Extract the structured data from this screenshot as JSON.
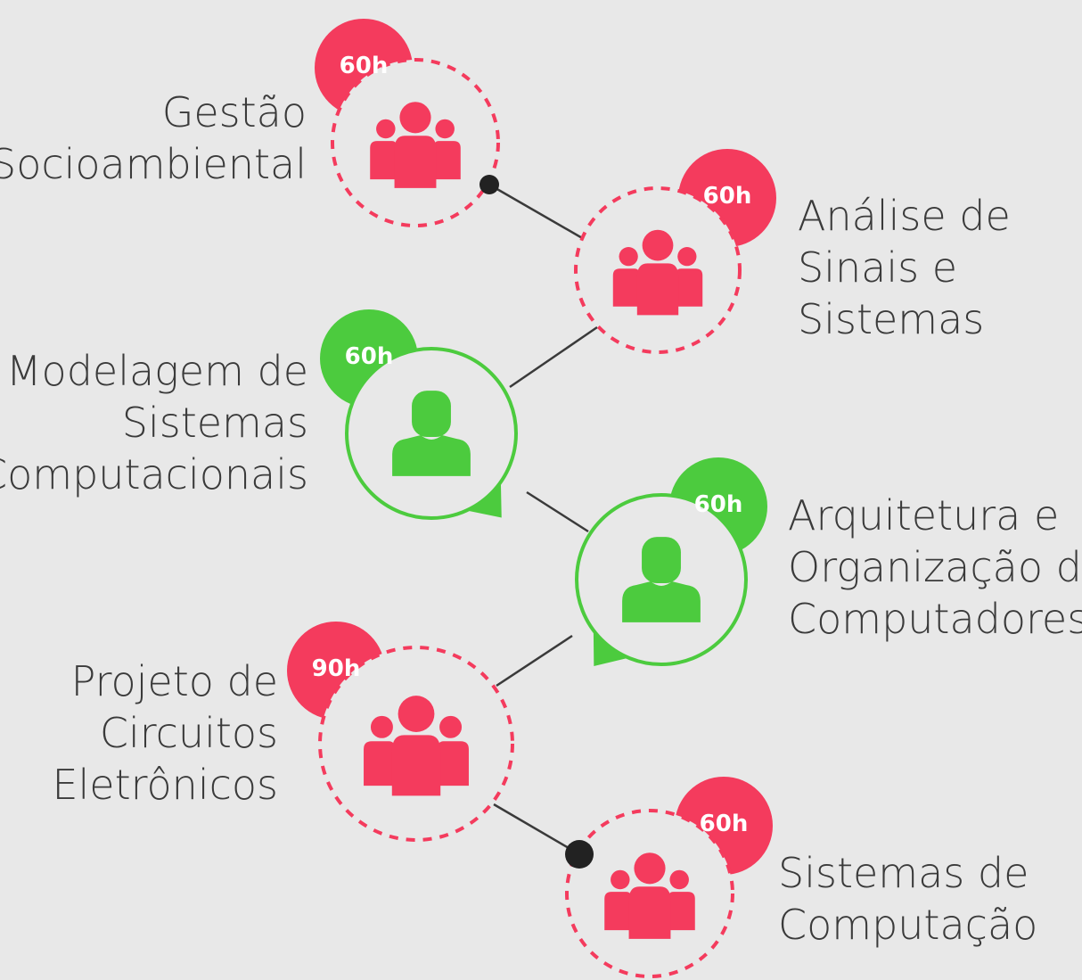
{
  "colors": {
    "red": "#f43b5d",
    "green": "#4ccb3e",
    "line": "#3a3a3a",
    "background": "#e8e8e8"
  },
  "nodes": [
    {
      "id": "gestao",
      "hours": "60h",
      "color": "red",
      "icon": "group-icon",
      "style": "dashed",
      "title_lines": [
        "Gestão",
        "Socioambiental"
      ]
    },
    {
      "id": "analise",
      "hours": "60h",
      "color": "red",
      "icon": "group-icon",
      "style": "dashed",
      "title_lines": [
        "Análise de",
        "Sinais e",
        "Sistemas"
      ]
    },
    {
      "id": "modelagem",
      "hours": "60h",
      "color": "green",
      "icon": "person-icon",
      "style": "solid",
      "title_lines": [
        "Modelagem de",
        "Sistemas",
        "Computacionais"
      ]
    },
    {
      "id": "arquitetura",
      "hours": "60h",
      "color": "green",
      "icon": "person-icon",
      "style": "solid",
      "title_lines": [
        "Arquitetura e",
        "Organização de",
        "Computadores"
      ]
    },
    {
      "id": "projeto",
      "hours": "90h",
      "color": "red",
      "icon": "group-icon",
      "style": "dashed",
      "title_lines": [
        "Projeto de",
        "Circuitos",
        "Eletrônicos"
      ]
    },
    {
      "id": "sistemas",
      "hours": "60h",
      "color": "red",
      "icon": "group-icon",
      "style": "dashed",
      "title_lines": [
        "Sistemas de",
        "Computação"
      ]
    }
  ]
}
